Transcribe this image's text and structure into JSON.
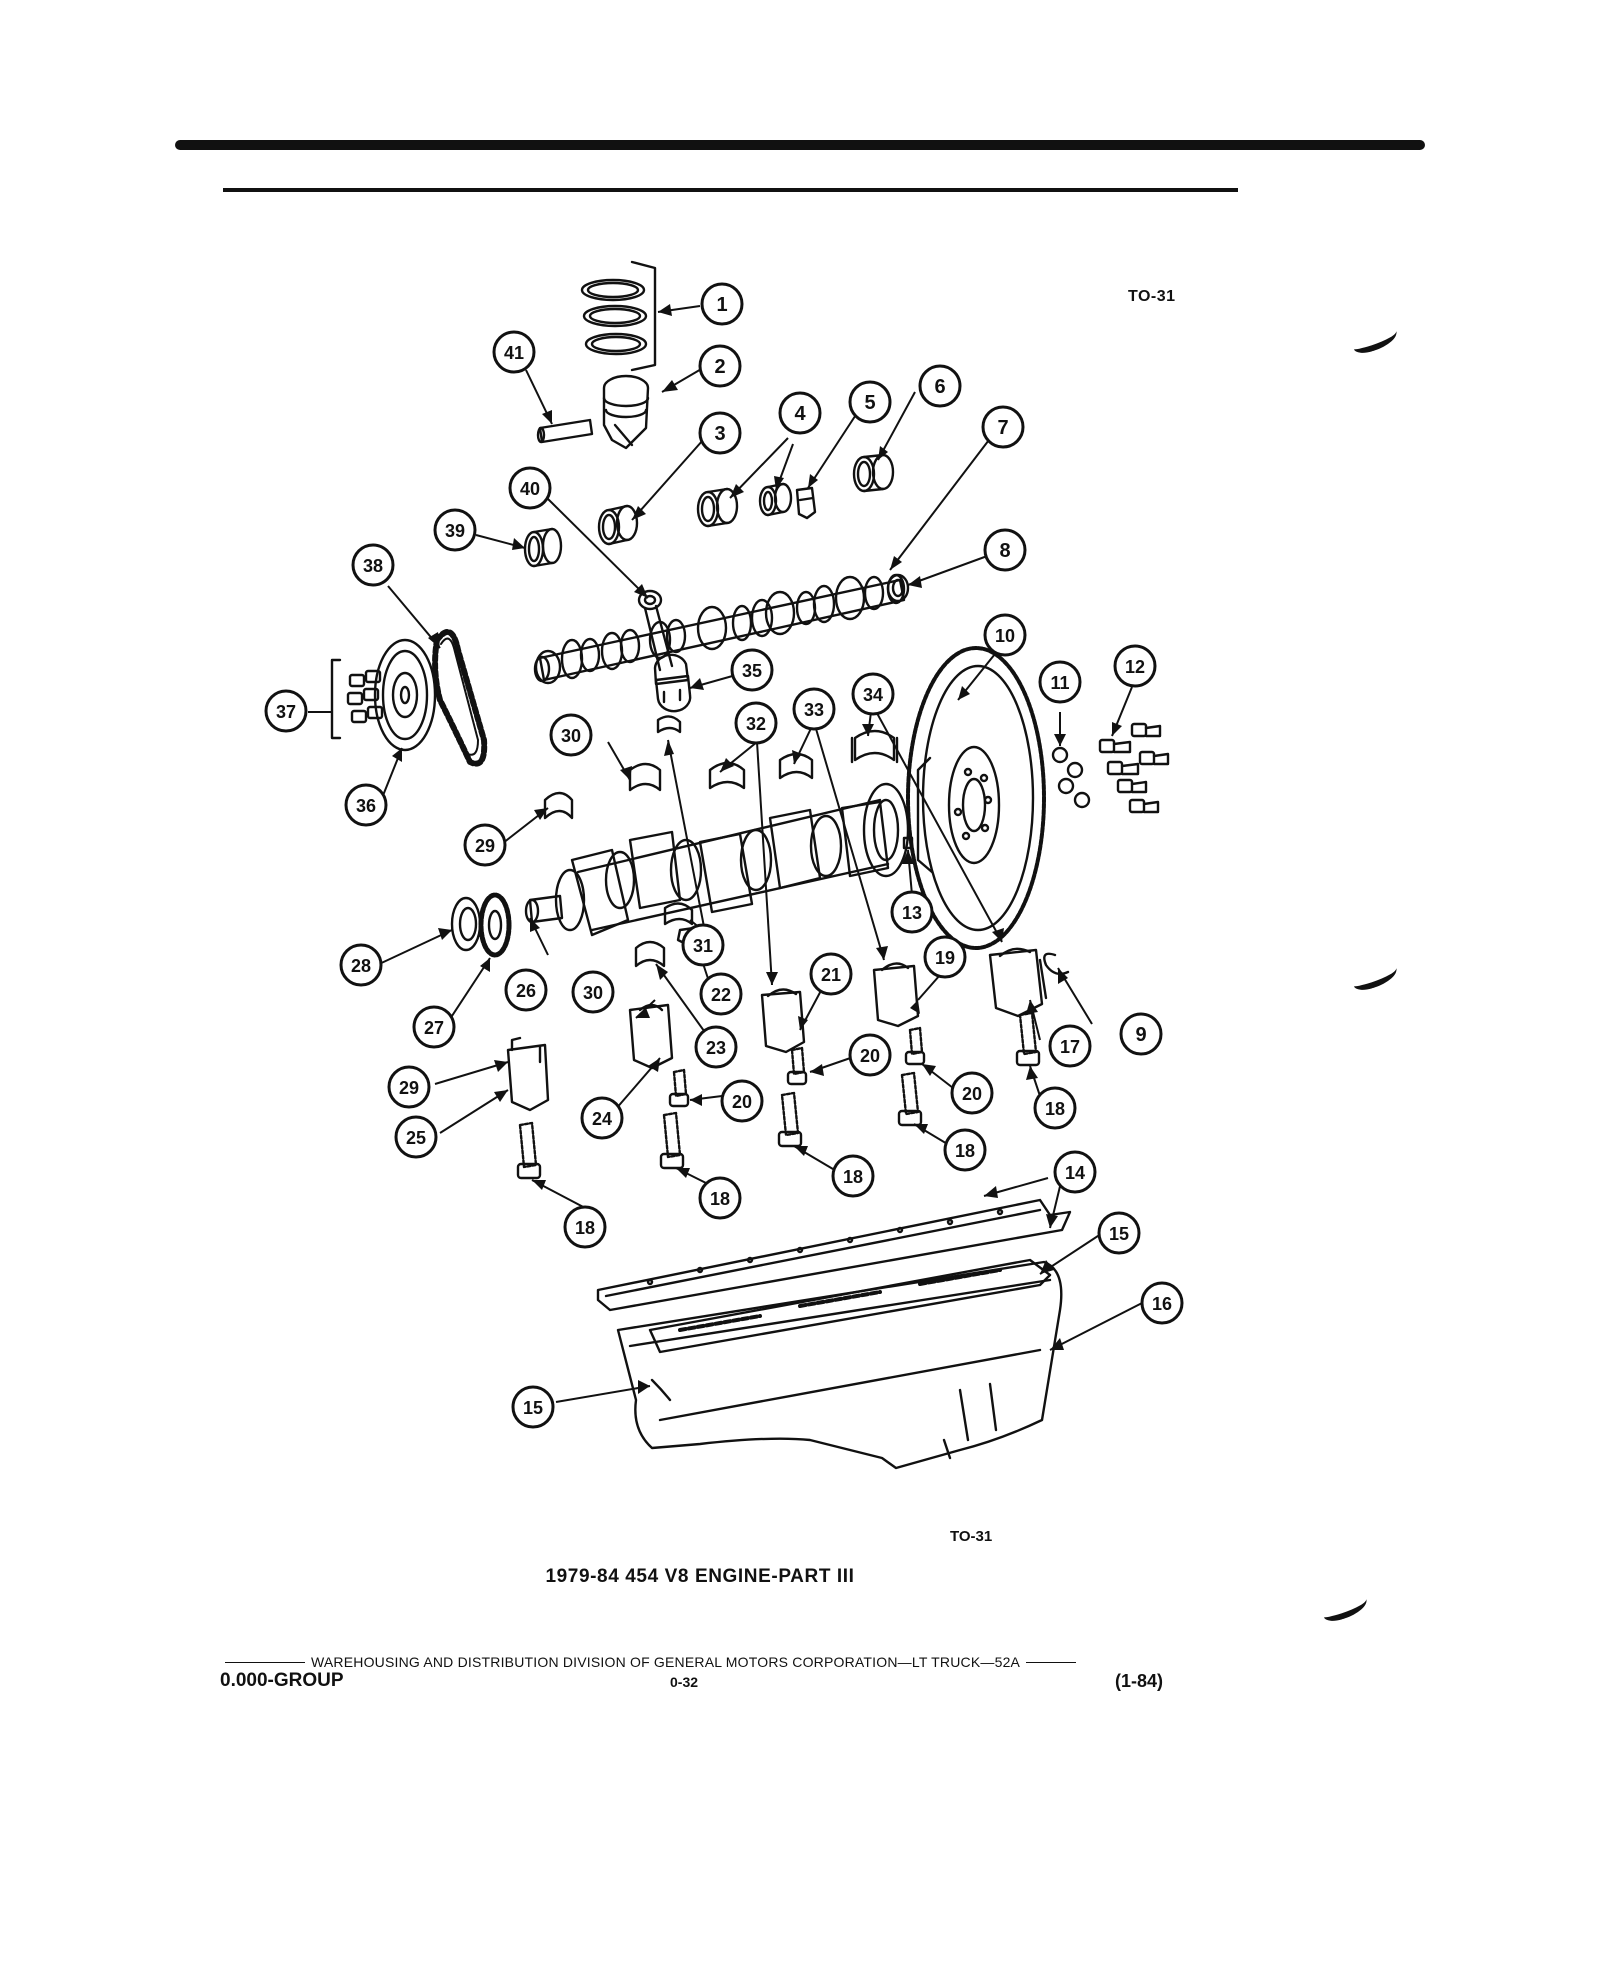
{
  "header": {
    "ref_code_top": "TO-31"
  },
  "figure": {
    "ref_code_bottom": "TO-31",
    "title": "1979-84 454 V8 ENGINE-PART III",
    "callouts": [
      {
        "id": "c1",
        "label": "1"
      },
      {
        "id": "c2",
        "label": "2"
      },
      {
        "id": "c3",
        "label": "3"
      },
      {
        "id": "c4",
        "label": "4"
      },
      {
        "id": "c5",
        "label": "5"
      },
      {
        "id": "c6",
        "label": "6"
      },
      {
        "id": "c7",
        "label": "7"
      },
      {
        "id": "c8",
        "label": "8"
      },
      {
        "id": "c9",
        "label": "9"
      },
      {
        "id": "c10",
        "label": "10"
      },
      {
        "id": "c11",
        "label": "11"
      },
      {
        "id": "c12",
        "label": "12"
      },
      {
        "id": "c13",
        "label": "13"
      },
      {
        "id": "c14",
        "label": "14"
      },
      {
        "id": "c15a",
        "label": "15"
      },
      {
        "id": "c15b",
        "label": "15"
      },
      {
        "id": "c16",
        "label": "16"
      },
      {
        "id": "c17",
        "label": "17"
      },
      {
        "id": "c18a",
        "label": "18"
      },
      {
        "id": "c18b",
        "label": "18"
      },
      {
        "id": "c18c",
        "label": "18"
      },
      {
        "id": "c18d",
        "label": "18"
      },
      {
        "id": "c18e",
        "label": "18"
      },
      {
        "id": "c19",
        "label": "19"
      },
      {
        "id": "c20a",
        "label": "20"
      },
      {
        "id": "c20b",
        "label": "20"
      },
      {
        "id": "c20c",
        "label": "20"
      },
      {
        "id": "c21",
        "label": "21"
      },
      {
        "id": "c22",
        "label": "22"
      },
      {
        "id": "c23",
        "label": "23"
      },
      {
        "id": "c24",
        "label": "24"
      },
      {
        "id": "c25",
        "label": "25"
      },
      {
        "id": "c26",
        "label": "26"
      },
      {
        "id": "c27",
        "label": "27"
      },
      {
        "id": "c28",
        "label": "28"
      },
      {
        "id": "c29a",
        "label": "29"
      },
      {
        "id": "c29b",
        "label": "29"
      },
      {
        "id": "c30a",
        "label": "30"
      },
      {
        "id": "c30b",
        "label": "30"
      },
      {
        "id": "c31",
        "label": "31"
      },
      {
        "id": "c32",
        "label": "32"
      },
      {
        "id": "c33",
        "label": "33"
      },
      {
        "id": "c34",
        "label": "34"
      },
      {
        "id": "c35",
        "label": "35"
      },
      {
        "id": "c36",
        "label": "36"
      },
      {
        "id": "c37",
        "label": "37"
      },
      {
        "id": "c38",
        "label": "38"
      },
      {
        "id": "c39",
        "label": "39"
      },
      {
        "id": "c40",
        "label": "40"
      },
      {
        "id": "c41",
        "label": "41"
      }
    ]
  },
  "footer": {
    "division_text": "WAREHOUSING AND DISTRIBUTION  DIVISION OF GENERAL MOTORS CORPORATION—LT TRUCK—52A",
    "group": "0.000-GROUP",
    "page": "0-32",
    "date": "(1-84)"
  }
}
